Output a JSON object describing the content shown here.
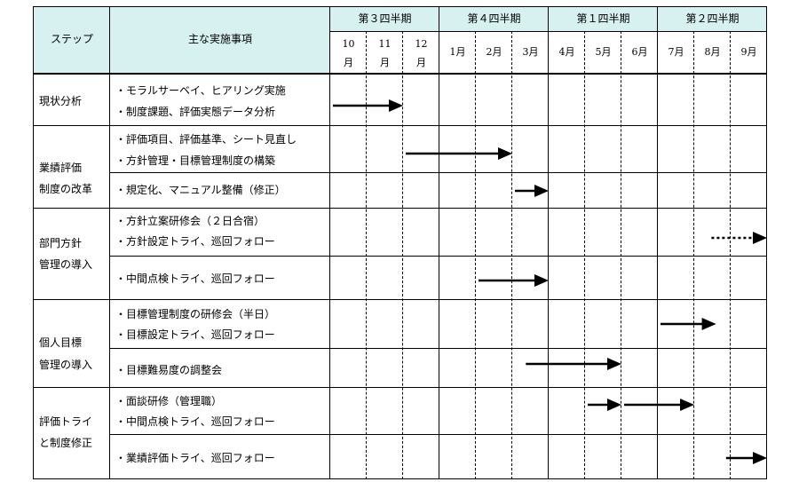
{
  "header": {
    "step": "ステップ",
    "items": "主な実施事項",
    "quarters": [
      "第３四半期",
      "第４四半期",
      "第１四半期",
      "第２四半期"
    ],
    "months": [
      [
        "10",
        "月"
      ],
      [
        "11",
        "月"
      ],
      [
        "12",
        "月"
      ],
      [
        "1月",
        ""
      ],
      [
        "2月",
        ""
      ],
      [
        "3月",
        ""
      ],
      [
        "4月",
        ""
      ],
      [
        "5月",
        ""
      ],
      [
        "6月",
        ""
      ],
      [
        "7月",
        ""
      ],
      [
        "8月",
        ""
      ],
      [
        "9月",
        ""
      ]
    ]
  },
  "steps": [
    {
      "label": [
        "現状分析"
      ],
      "items": [
        "・モラルサーベイ、ヒアリング実施",
        "・制度課題、評価実態データ分析"
      ]
    },
    {
      "label": [
        "業績評価",
        "制度の改革"
      ],
      "items": [
        "・評価項目、評価基準、シート見直し",
        "・方針管理・目標管理制度の構築",
        "・規定化、マニュアル整備（修正）"
      ]
    },
    {
      "label": [
        "部門方針",
        "管理の導入"
      ],
      "items": [
        "・方針立案研修会（２日合宿）",
        "・方針設定トライ、巡回フォロー",
        "・中間点検トライ、巡回フォロー"
      ]
    },
    {
      "label": [
        "個人目標",
        "管理の導入"
      ],
      "items": [
        "・目標管理制度の研修会（半日）",
        "・目標設定トライ、巡回フォロー",
        "・目標難易度の調整会"
      ]
    },
    {
      "label": [
        "評価トライ",
        "と制度修正"
      ],
      "items": [
        "・面談研修（管理職）",
        "・中間点検トライ、巡回フォロー",
        "・業績評価トライ、巡回フォロー"
      ]
    }
  ],
  "arrows": [
    {
      "from_month": 0.0,
      "to_month": 2.0,
      "style": "solid"
    },
    {
      "from_month": 2.0,
      "to_month": 5.0,
      "style": "solid"
    },
    {
      "from_month": 5.0,
      "to_month": 6.0,
      "style": "solid"
    },
    {
      "from_month": 10.4,
      "to_month": 12.0,
      "style": "dotted"
    },
    {
      "from_month": 4.0,
      "to_month": 6.0,
      "style": "solid"
    },
    {
      "from_month": 9.0,
      "to_month": 10.6,
      "style": "solid"
    },
    {
      "from_month": 5.3,
      "to_month": 8.0,
      "style": "solid"
    },
    {
      "from_month": 7.0,
      "to_month": 8.0,
      "style": "solid"
    },
    {
      "from_month": 8.0,
      "to_month": 10.0,
      "style": "solid"
    },
    {
      "from_month": 10.8,
      "to_month": 12.0,
      "style": "solid"
    }
  ]
}
